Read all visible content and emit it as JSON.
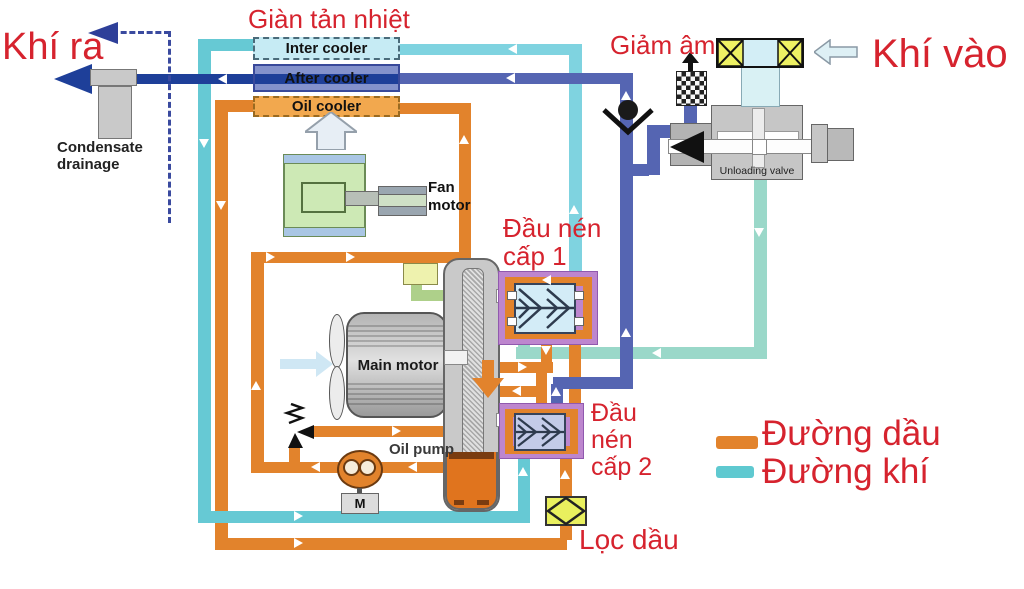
{
  "labels": {
    "air_out": "Khí ra",
    "radiator": "Giàn tản nhiệt",
    "silencer": "Giảm âm",
    "air_in": "Khí vào",
    "inter_cooler": "Inter cooler",
    "after_cooler": "After cooler",
    "oil_cooler": "Oil cooler",
    "condensate_1": "Condensate",
    "condensate_2": "drainage",
    "fan_1": "Fan",
    "fan_2": "motor",
    "main_motor": "Main motor",
    "stage1_1": "Đầu nén",
    "stage1_2": "cấp 1",
    "stage2_1": "Đầu",
    "stage2_2": "nén",
    "stage2_3": "cấp 2",
    "oil_pump": "Oil pump",
    "pump_motor": "M",
    "unloading_valve": "Unloading valve",
    "oil_filter": "Lọc dầu"
  },
  "legend": {
    "oil": {
      "label": "Đường dầu",
      "color": "#e2832c"
    },
    "air": {
      "label": "Đường khí",
      "color": "#5fc9d0"
    }
  },
  "colors": {
    "oil_pipe": "#e2832c",
    "air_pipe": "#66c9d4",
    "air_pipe_light": "#7fd3e0",
    "suction_pipe": "#9ad8c9",
    "discharge_pipe": "#5565b2",
    "outlet_arrow": "#1e3f99",
    "label_red": "#d6232e"
  }
}
